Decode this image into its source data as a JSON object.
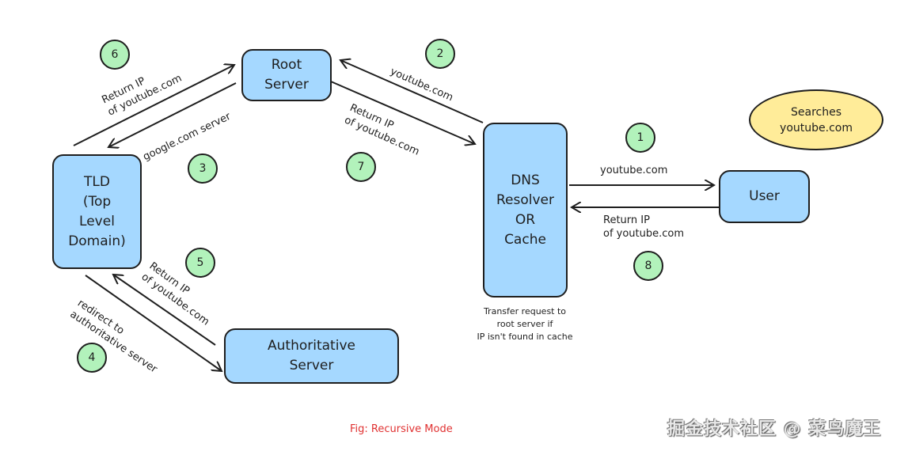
{
  "nodes": {
    "root_server": "Root\nServer",
    "tld": "TLD\n(Top\nLevel\nDomain)",
    "authoritative": "Authoritative\nServer",
    "dns_resolver": "DNS\nResolver\nOR\nCache",
    "user": "User",
    "searches": "Searches\nyoutube.com"
  },
  "steps": [
    "1",
    "2",
    "3",
    "4",
    "5",
    "6",
    "7",
    "8"
  ],
  "edge_labels": {
    "user_to_resolver": "youtube.com",
    "resolver_to_user": "Return IP\nof youtube.com",
    "resolver_to_root": "youtube.com",
    "root_to_resolver": "Return IP\nof youtube.com",
    "root_to_tld": "google.com server",
    "tld_to_root": "Return IP\nof youtube.com",
    "tld_to_auth": "redirect to\nauthoritative server",
    "auth_to_tld": "Return IP\nof youtube.com"
  },
  "resolver_note": "Transfer request to\nroot server if\nIP isn't found in cache",
  "caption": "Fig: Recursive Mode",
  "watermark": "掘金技术社区 @ 菜鸟魔王",
  "colors": {
    "server_fill": "#a5d8ff",
    "user_ellipse_fill": "#ffec99",
    "step_fill": "#b2f2bb",
    "caption": "#e03131"
  }
}
